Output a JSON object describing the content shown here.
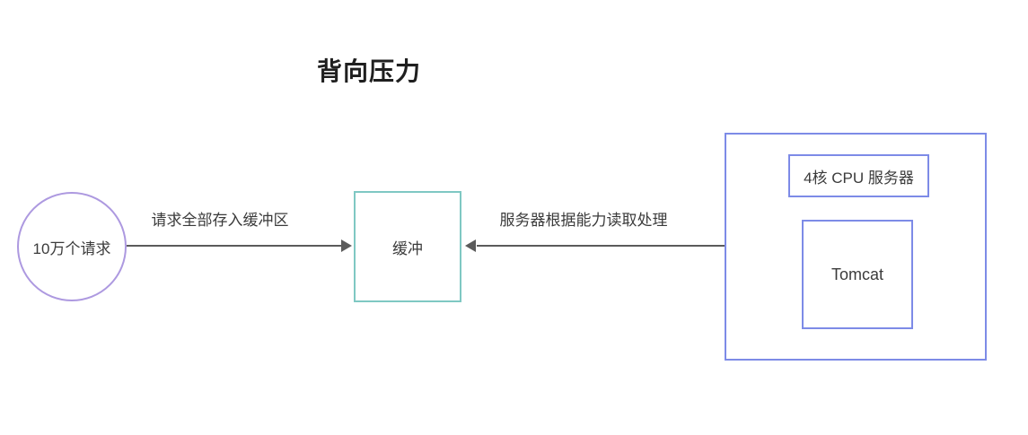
{
  "title": "背向压力",
  "colors": {
    "circle_border": "#ad99e0",
    "buffer_border": "#7fc8c3",
    "server_border": "#7d8be7",
    "arrow": "#5b5b5b",
    "label_text": "#3b3b3b",
    "title_text": "#1f1f1f"
  },
  "nodes": {
    "requests": {
      "label": "10万个请求"
    },
    "buffer": {
      "label": "缓冲"
    },
    "server": {
      "cpu_label": "4核 CPU 服务器",
      "tomcat_label": "Tomcat"
    }
  },
  "edges": {
    "to_buffer": {
      "label": "请求全部存入缓冲区",
      "direction": "right"
    },
    "from_server": {
      "label": "服务器根据能力读取处理",
      "direction": "left"
    }
  }
}
